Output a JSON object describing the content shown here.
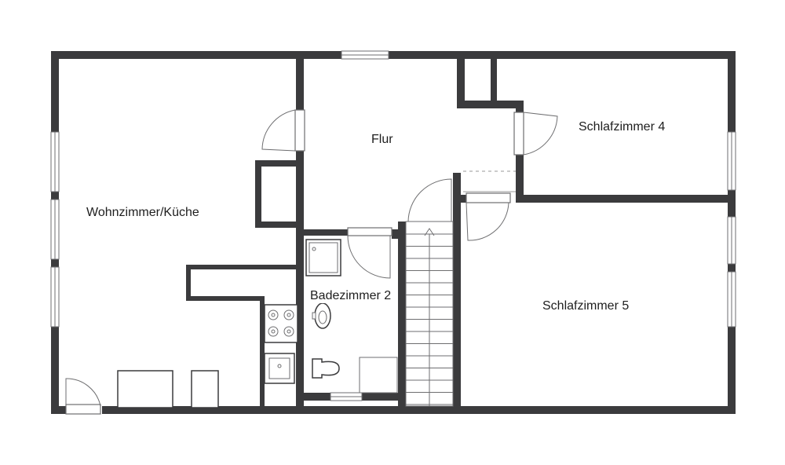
{
  "rooms": {
    "living": "Wohnzimmer/Küche",
    "hall": "Flur",
    "bed4": "Schlafzimmer 4",
    "bath2": "Badezimmer 2",
    "bed5": "Schlafzimmer 5"
  },
  "colors": {
    "wall": "#3b3b3d",
    "line": "#6e6e70",
    "background": "#ffffff"
  }
}
